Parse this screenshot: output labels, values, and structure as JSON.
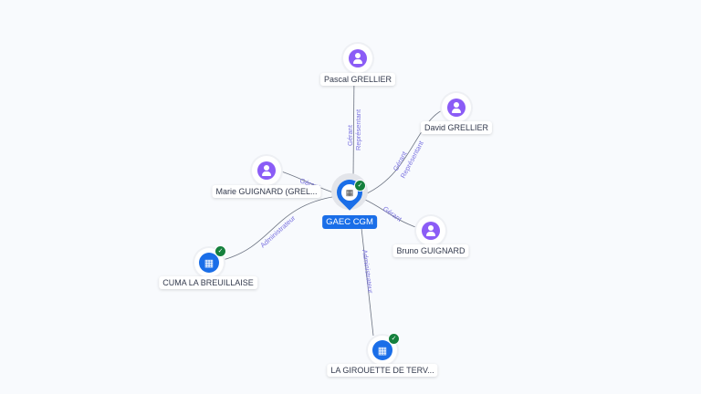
{
  "center": {
    "name": "GAEC CGM",
    "verified": true,
    "icon": "building-icon"
  },
  "nodes": [
    {
      "name": "Pascal GRELLIER",
      "type": "person"
    },
    {
      "name": "David GRELLIER",
      "type": "person"
    },
    {
      "name": "Marie GUIGNARD (GREL...",
      "type": "person"
    },
    {
      "name": "Bruno GUIGNARD",
      "type": "person"
    },
    {
      "name": "CUMA LA BREUILLAISE",
      "type": "company",
      "verified": true
    },
    {
      "name": "LA GIROUETTE DE TERV...",
      "type": "company",
      "verified": true
    }
  ],
  "edges": {
    "pascal": [
      "Gérant",
      "Représentant"
    ],
    "david": [
      "Gérant",
      "Représentant"
    ],
    "marie": [
      "Gérant"
    ],
    "bruno": [
      "Gérant"
    ],
    "cuma": [
      "Administrateur"
    ],
    "girouette": [
      "Administrateur"
    ]
  },
  "colors": {
    "accent": "#1a6ee8",
    "person": "#8b5cf6",
    "verified": "#15803d",
    "edge_label": "#7a72e0"
  }
}
